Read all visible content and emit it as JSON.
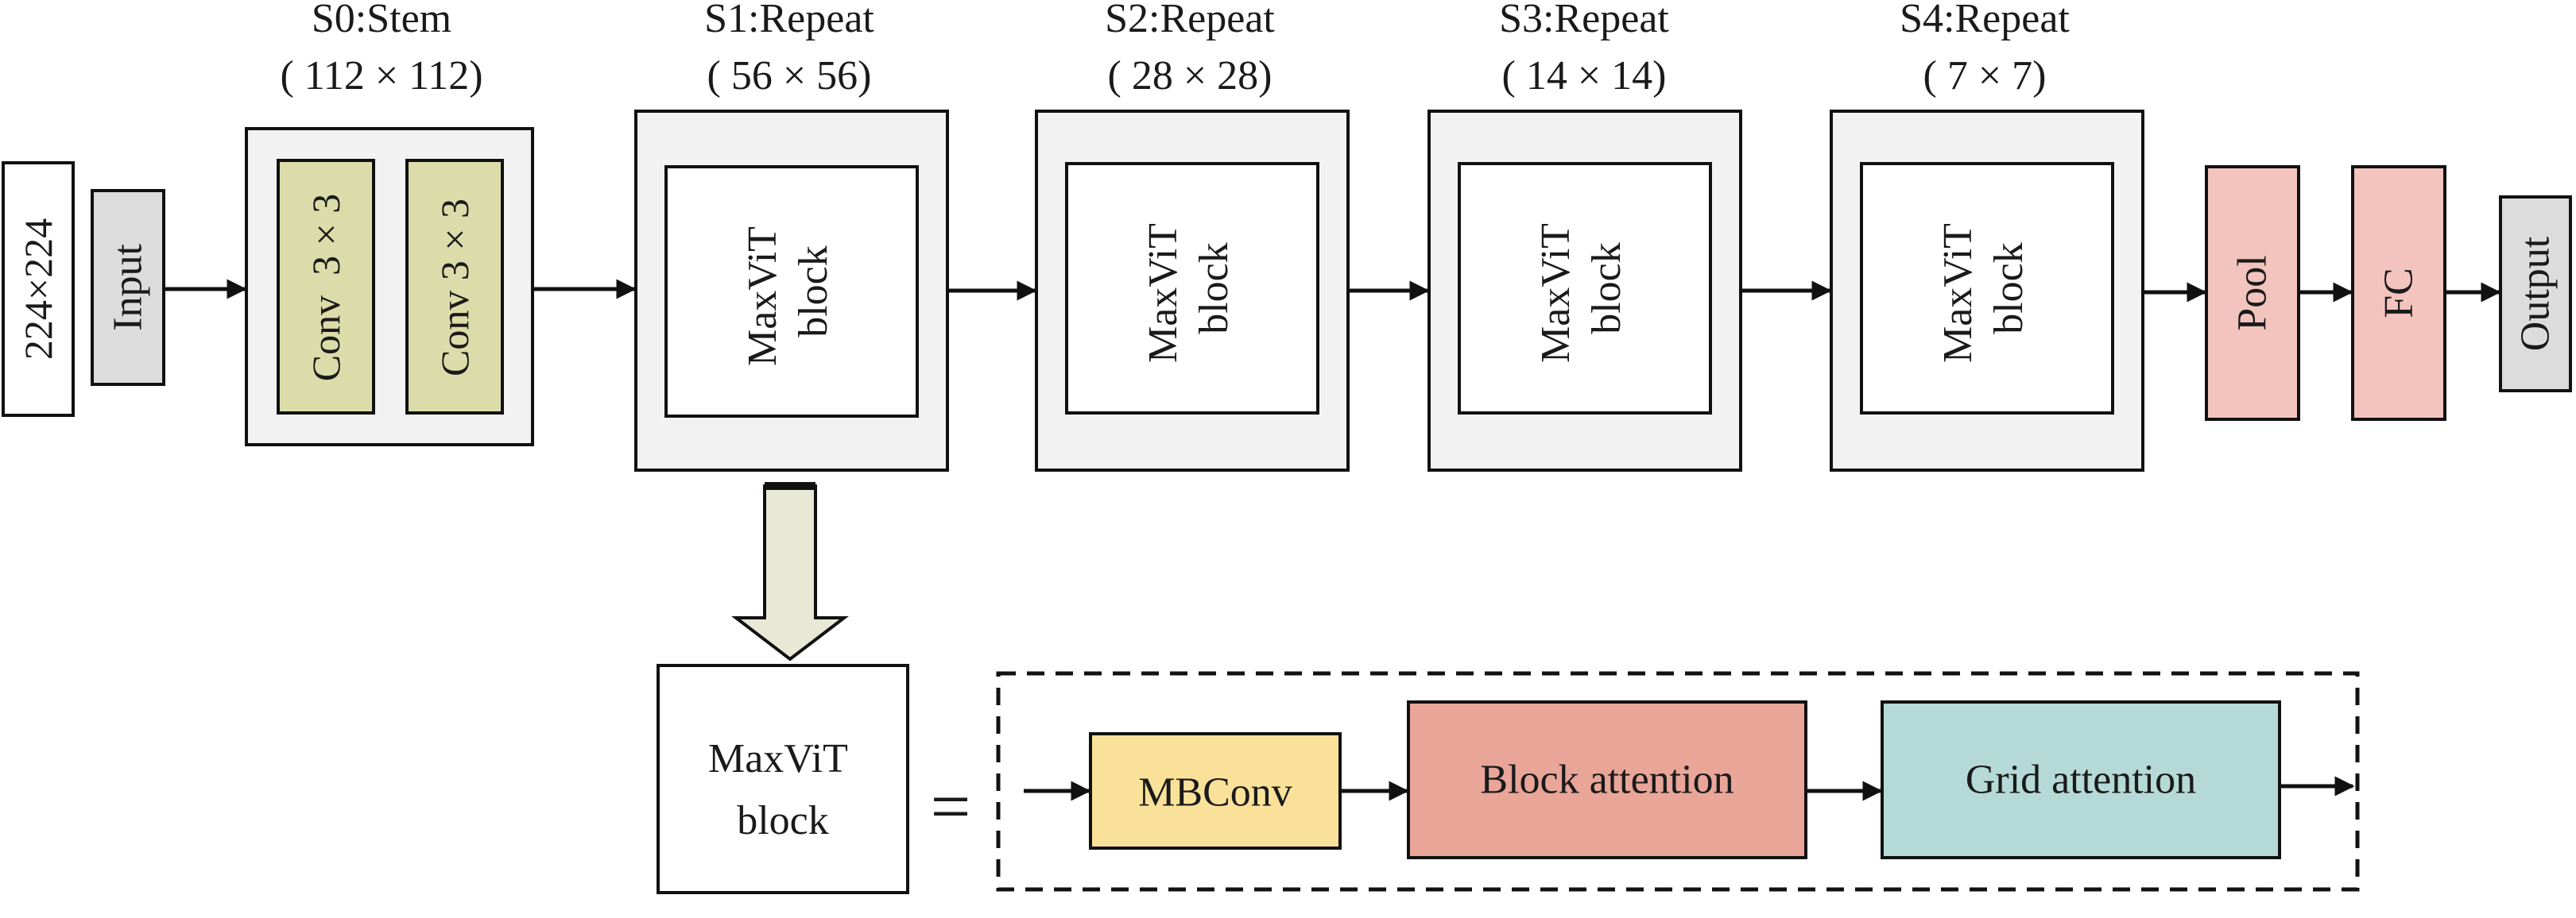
{
  "input_size": "224×224",
  "input": "Input",
  "stages": [
    {
      "title": "S0:Stem",
      "resolution": "( 112 × 112)"
    },
    {
      "title": "S1:Repeat",
      "resolution": "( 56 × 56)"
    },
    {
      "title": "S2:Repeat",
      "resolution": "( 28 × 28)"
    },
    {
      "title": "S3:Repeat",
      "resolution": "( 14 × 14)"
    },
    {
      "title": "S4:Repeat",
      "resolution": "( 7 × 7)"
    }
  ],
  "stem_convs": [
    "Conv  3 × 3",
    "Conv 3 × 3"
  ],
  "block_lines": [
    "MaxViT",
    "block"
  ],
  "pool": "Pool",
  "fc": "FC",
  "output": "Output",
  "detail": {
    "block_lines": [
      "MaxViT",
      "block"
    ],
    "equals": "=",
    "mbconv": "MBConv",
    "block_attention": "Block attention",
    "grid_attention": "Grid attention"
  },
  "colors": {
    "stage_fill": "#f2f2f2",
    "input_fill": "#dcdcdc",
    "conv_fill": "#dcdcaa",
    "pool_fill": "#f2c4bd",
    "mbconv_fill": "#fae19a",
    "block_attention_fill": "#e8a598",
    "grid_attention_fill": "#b5d9d6",
    "down_arrow_fill": "#e8e8d6"
  }
}
